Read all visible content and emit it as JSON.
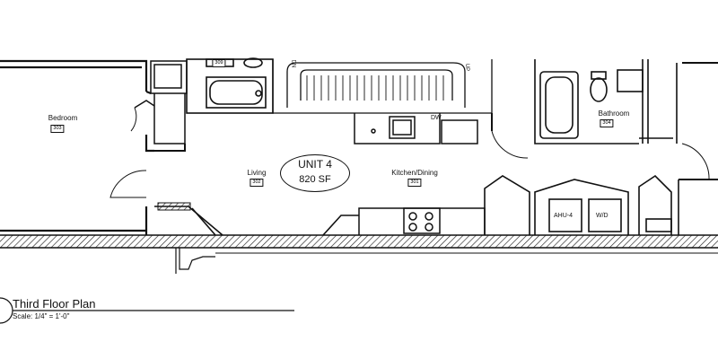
{
  "plan_title": "Third Floor Plan",
  "scale_note": "Scale: 1/4\" = 1'-0\"",
  "unit": {
    "name": "UNIT 4",
    "area": "820 SF"
  },
  "rooms": {
    "bedroom": {
      "label": "Bedroom",
      "number": "303"
    },
    "living": {
      "label": "Living",
      "number": "302"
    },
    "kitchen": {
      "label": "Kitchen/Dining",
      "number": "301"
    },
    "bathroom": {
      "label": "Bathroom",
      "number": "304"
    }
  },
  "fixtures": {
    "dishwasher": "DW",
    "ahu": "AHU-4",
    "washer_dryer": "W/D",
    "stair_up": "UP",
    "stair_dn": "DN",
    "top_tag": "309"
  }
}
